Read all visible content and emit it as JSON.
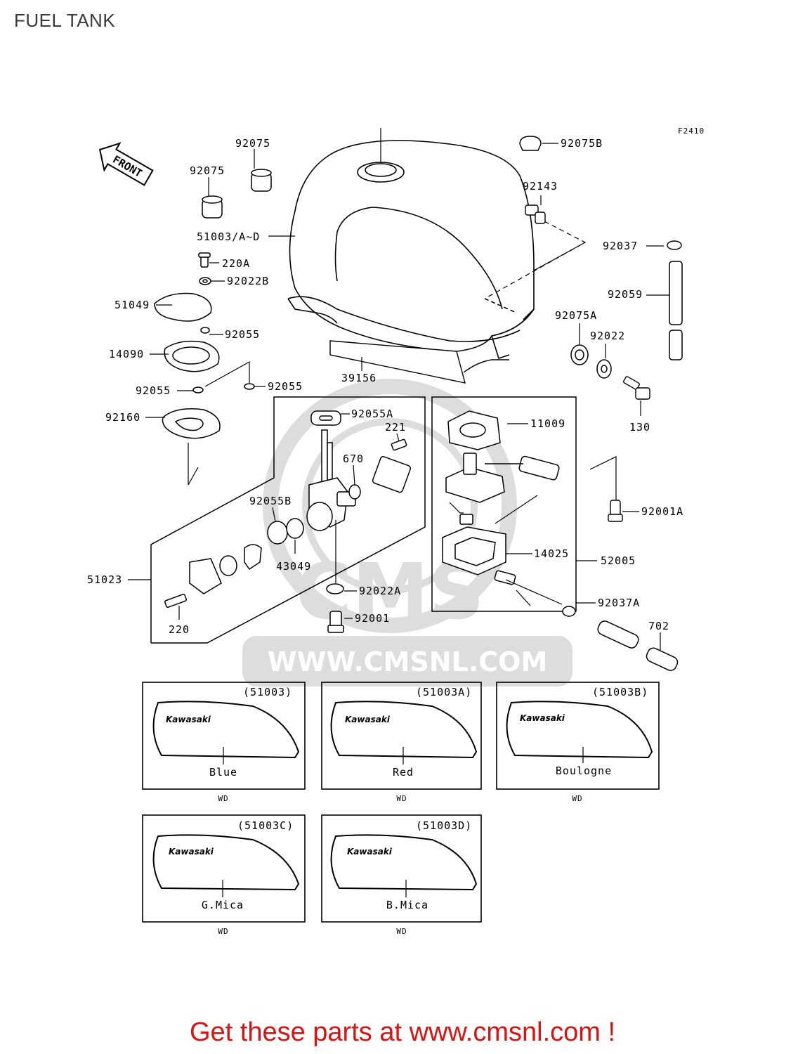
{
  "title": "FUEL TANK",
  "figure_code": "F2410",
  "front_label": "FRONT",
  "watermark": {
    "brand": "CMS",
    "url": "WWW.CMSNL.COM"
  },
  "callouts": [
    {
      "id": "92075_a",
      "text": "92075"
    },
    {
      "id": "92075_b",
      "text": "92075"
    },
    {
      "id": "92075B",
      "text": "92075B"
    },
    {
      "id": "92143",
      "text": "92143"
    },
    {
      "id": "51003",
      "text": "51003/A~D"
    },
    {
      "id": "92037",
      "text": "92037"
    },
    {
      "id": "220A",
      "text": "220A"
    },
    {
      "id": "92022B",
      "text": "92022B"
    },
    {
      "id": "92059",
      "text": "92059"
    },
    {
      "id": "51049",
      "text": "51049"
    },
    {
      "id": "92075A",
      "text": "92075A"
    },
    {
      "id": "92055_a",
      "text": "92055"
    },
    {
      "id": "92022",
      "text": "92022"
    },
    {
      "id": "14090",
      "text": "14090"
    },
    {
      "id": "39156",
      "text": "39156"
    },
    {
      "id": "92055_b",
      "text": "92055"
    },
    {
      "id": "92055_c",
      "text": "92055"
    },
    {
      "id": "92055A",
      "text": "92055A"
    },
    {
      "id": "92160",
      "text": "92160"
    },
    {
      "id": "221",
      "text": "221"
    },
    {
      "id": "11009",
      "text": "11009"
    },
    {
      "id": "130",
      "text": "130"
    },
    {
      "id": "670",
      "text": "670"
    },
    {
      "id": "92001A",
      "text": "92001A"
    },
    {
      "id": "92055B",
      "text": "92055B"
    },
    {
      "id": "14025",
      "text": "14025"
    },
    {
      "id": "52005",
      "text": "52005"
    },
    {
      "id": "43049",
      "text": "43049"
    },
    {
      "id": "51023",
      "text": "51023"
    },
    {
      "id": "92022A",
      "text": "92022A"
    },
    {
      "id": "92037A",
      "text": "92037A"
    },
    {
      "id": "92001",
      "text": "92001"
    },
    {
      "id": "702",
      "text": "702"
    },
    {
      "id": "220",
      "text": "220"
    }
  ],
  "variants": [
    {
      "code": "(51003)",
      "brand": "Kawasaki",
      "color": "Blue",
      "note": "WD"
    },
    {
      "code": "(51003A)",
      "brand": "Kawasaki",
      "color": "Red",
      "note": "WD"
    },
    {
      "code": "(51003B)",
      "brand": "Kawasaki",
      "color": "Boulogne",
      "note": "WD"
    },
    {
      "code": "(51003C)",
      "brand": "Kawasaki",
      "color": "G.Mica",
      "note": "WD"
    },
    {
      "code": "(51003D)",
      "brand": "Kawasaki",
      "color": "B.Mica",
      "note": "WD"
    }
  ],
  "cta": "Get these parts at www.cmsnl.com !"
}
